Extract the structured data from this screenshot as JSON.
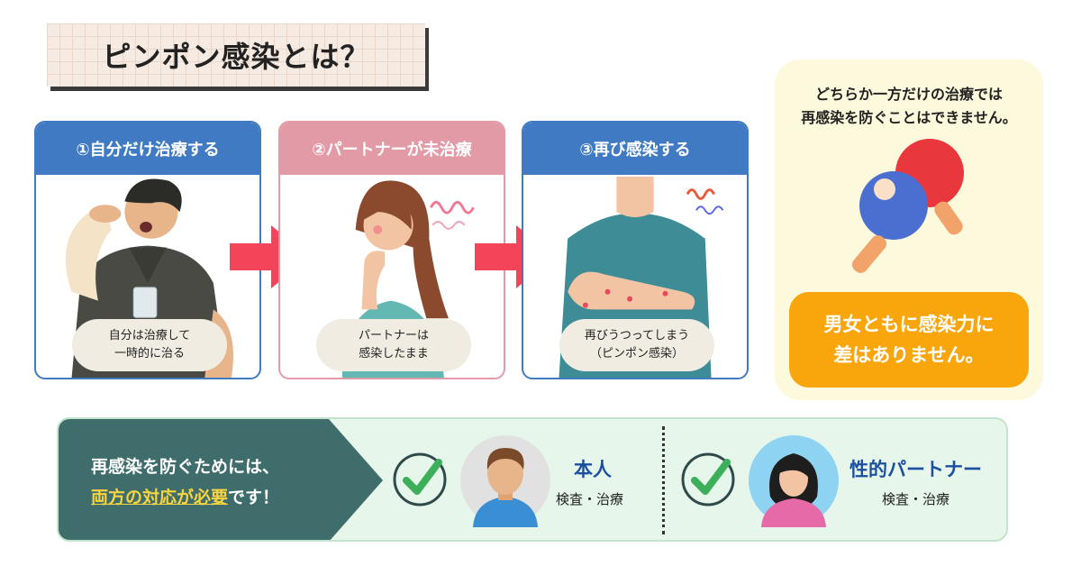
{
  "title": "ピンポン感染とは？",
  "steps": [
    {
      "header": "①自分だけ治療する",
      "caption_line1": "自分は治療して",
      "caption_line2": "一時的に治る",
      "color": "#3f7ac2"
    },
    {
      "header": "②パートナーが未治療",
      "caption_line1": "パートナーは",
      "caption_line2": "感染したまま",
      "color": "#e19aa6"
    },
    {
      "header": "③再び感染する",
      "caption_line1": "再びうつってしまう",
      "caption_line2": "（ピンポン感染）",
      "color": "#3f7ac2"
    }
  ],
  "side": {
    "message_line1": "どちらか一方だけの治療では",
    "message_line2": "再感染を防ぐことはできません。",
    "highlight_line1": "男女ともに感染力に",
    "highlight_line2": "差はありません。"
  },
  "bottom": {
    "line1": "再感染を防ぐためには、",
    "line2_highlight": "両方の対応が必要",
    "line2_rest": "です！",
    "self_label": "本人",
    "self_sub": "検査・治療",
    "partner_label": "性的パートナー",
    "partner_sub": "検査・治療"
  },
  "colors": {
    "accent_blue": "#3f7ac2",
    "accent_pink": "#e19aa6",
    "arrow_red": "#f2455a",
    "check_green": "#3dae5a",
    "orange": "#f8a60c",
    "teal": "#3f6d6c"
  }
}
